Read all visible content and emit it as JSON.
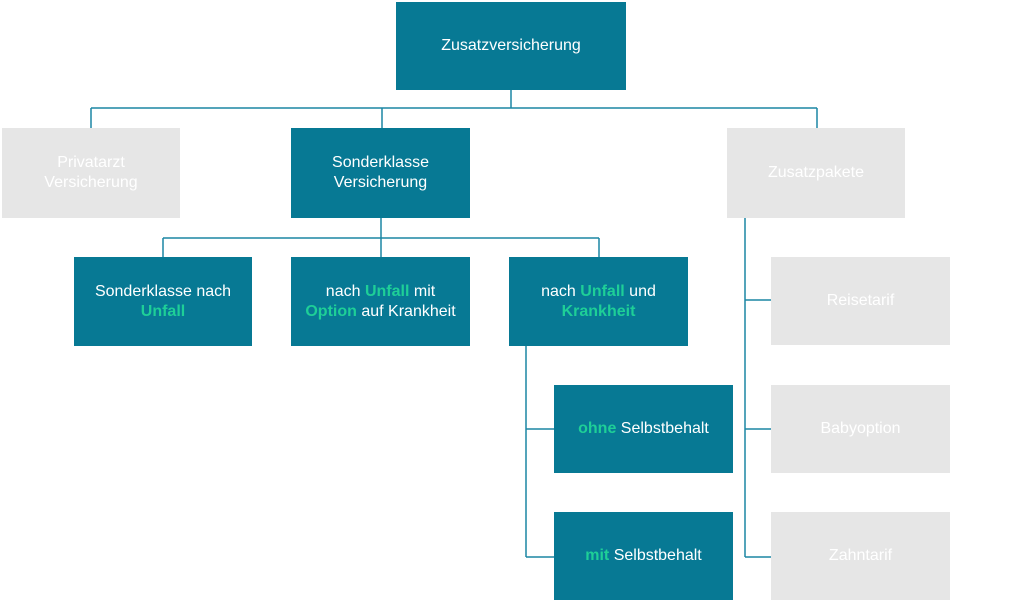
{
  "colors": {
    "primary_box": "#077994",
    "secondary_box": "#e6e6e6",
    "highlight_text": "#1ecf97",
    "connector": "#1b86a4"
  },
  "root": {
    "label": "Zusatzversicherung"
  },
  "level1": {
    "privatarzt": {
      "line1": "Privatarzt",
      "line2": "Versicherung"
    },
    "sonderklasse": {
      "line1": "Sonderklasse",
      "line2": "Versicherung"
    },
    "zusatzpakete": {
      "label": "Zusatzpakete"
    }
  },
  "sonderklasse_children": {
    "nach_unfall": {
      "prefix": "Sonderklasse nach",
      "highlight": "Unfall"
    },
    "unfall_option": {
      "prefix": "nach",
      "highlight1": "Unfall",
      "mid": "mit",
      "highlight2": "Option",
      "suffix": "auf Krankheit"
    },
    "unfall_krankheit": {
      "prefix": "nach",
      "highlight1": "Unfall",
      "mid": "und",
      "highlight2": "Krankheit"
    }
  },
  "selbstbehalt": {
    "ohne": {
      "highlight": "ohne",
      "suffix": "Selbstbehalt"
    },
    "mit": {
      "highlight": "mit",
      "suffix": "Selbstbehalt"
    }
  },
  "zusatzpakete_children": {
    "reisetarif": "Reisetarif",
    "babyoption": "Babyoption",
    "zahntarif": "Zahntarif"
  }
}
